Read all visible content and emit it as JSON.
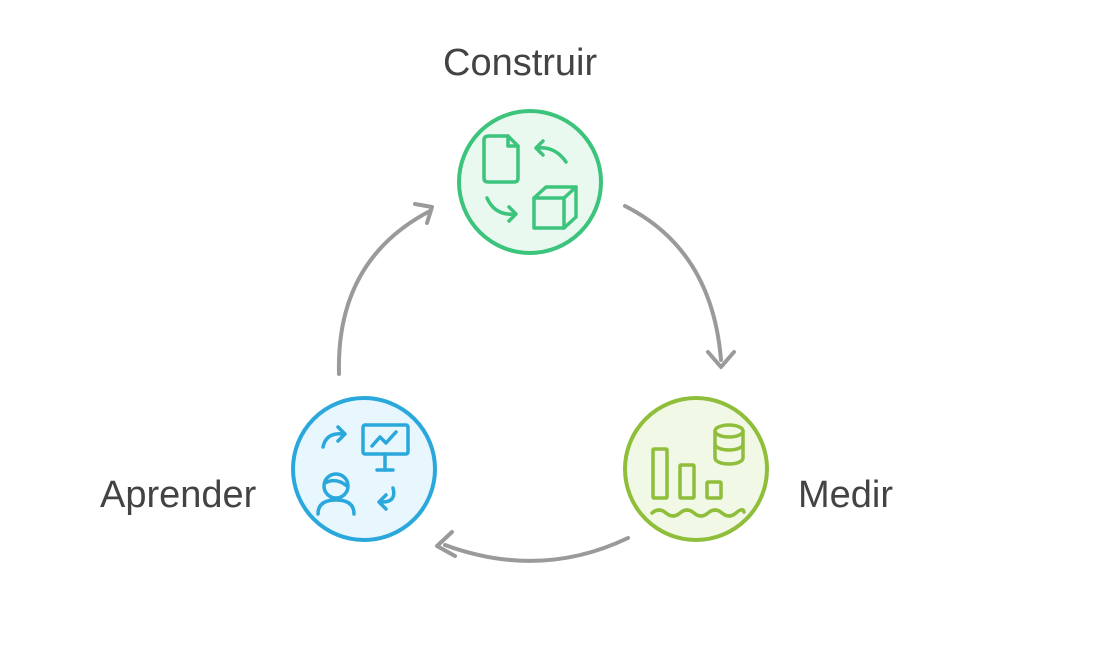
{
  "cycle": {
    "build": {
      "label": "Construir",
      "icon": "document-to-cube-icon",
      "stroke": "#3cc47c",
      "fill": "#e9f9f0"
    },
    "measure": {
      "label": "Medir",
      "icon": "bar-chart-database-icon",
      "stroke": "#8fbe3a",
      "fill": "#f2f8e6"
    },
    "learn": {
      "label": "Aprender",
      "icon": "person-presentation-icon",
      "stroke": "#2aa8dc",
      "fill": "#e8f6fd"
    },
    "arrow_color": "#9a9a9a"
  }
}
